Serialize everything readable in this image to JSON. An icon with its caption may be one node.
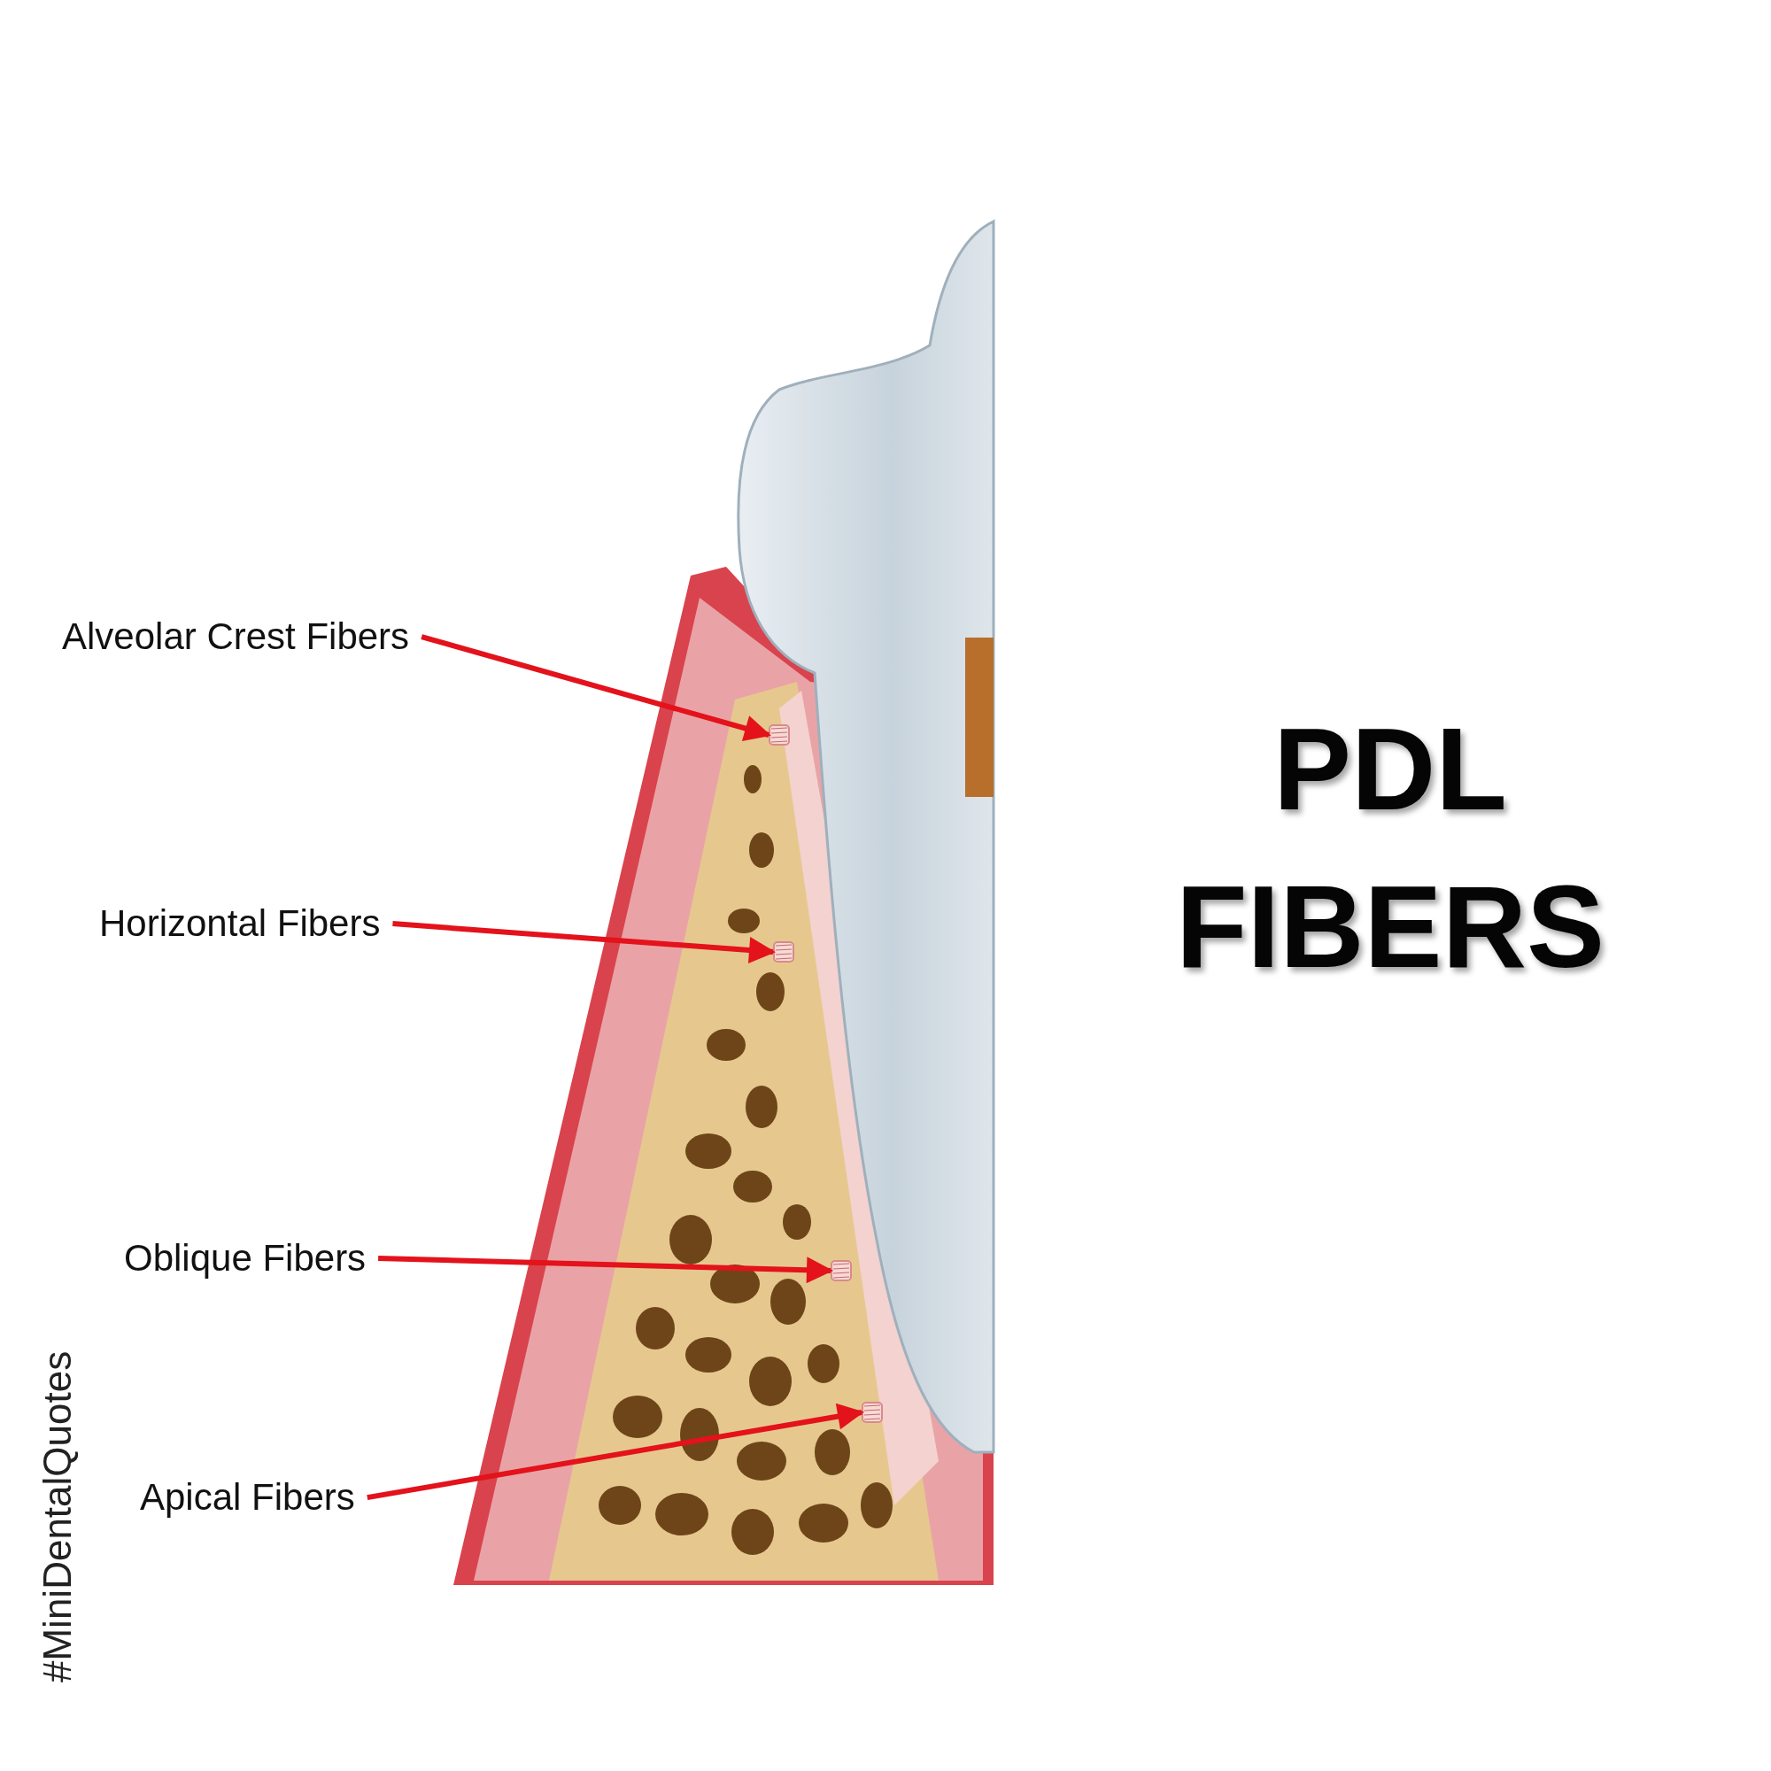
{
  "diagram": {
    "title": "PDL FIBERS",
    "nodes": [
      {
        "text": [
          "Alveolar Crest Fibers"
        ]
      },
      {
        "text": [
          "Horizontal Fibers"
        ]
      },
      {
        "text": [
          "Oblique Fibers"
        ]
      },
      {
        "text": [
          "Apical Fibers"
        ]
      },
      {
        "text": [],
        "shape": "picture"
      },
      {
        "text": [],
        "shape": "picture"
      },
      {
        "text": [],
        "shape": "picture"
      },
      {
        "text": [],
        "shape": "picture"
      }
    ],
    "edges": [
      {
        "from": 0,
        "to": 4,
        "arrow": "to",
        "color": "#e3121b"
      },
      {
        "from": 1,
        "to": 5,
        "arrow": "to",
        "color": "#e3121b"
      },
      {
        "from": 2,
        "to": 6,
        "arrow": "to",
        "color": "#e3121b"
      },
      {
        "from": 3,
        "to": 7,
        "arrow": "to",
        "color": "#e3121b"
      }
    ],
    "labels": [
      "#MiniDentalQuotes"
    ]
  }
}
